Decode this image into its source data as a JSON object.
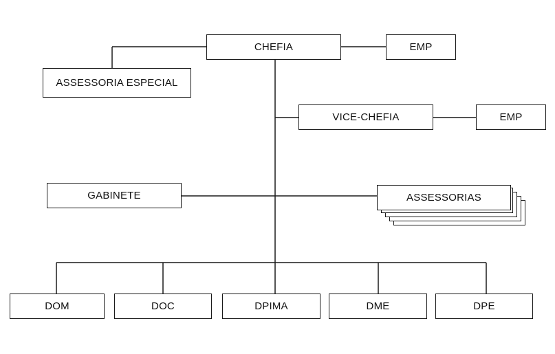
{
  "nodes": {
    "chefia": "CHEFIA",
    "emp_chefia": "EMP",
    "assessoria_especial": "ASSESSORIA ESPECIAL",
    "vice_chefia": "VICE-CHEFIA",
    "emp_vice": "EMP",
    "gabinete": "GABINETE",
    "assessorias": "ASSESSORIAS",
    "dom": "DOM",
    "doc": "DOC",
    "dpima": "DPIMA",
    "dme": "DME",
    "dpe": "DPE"
  }
}
